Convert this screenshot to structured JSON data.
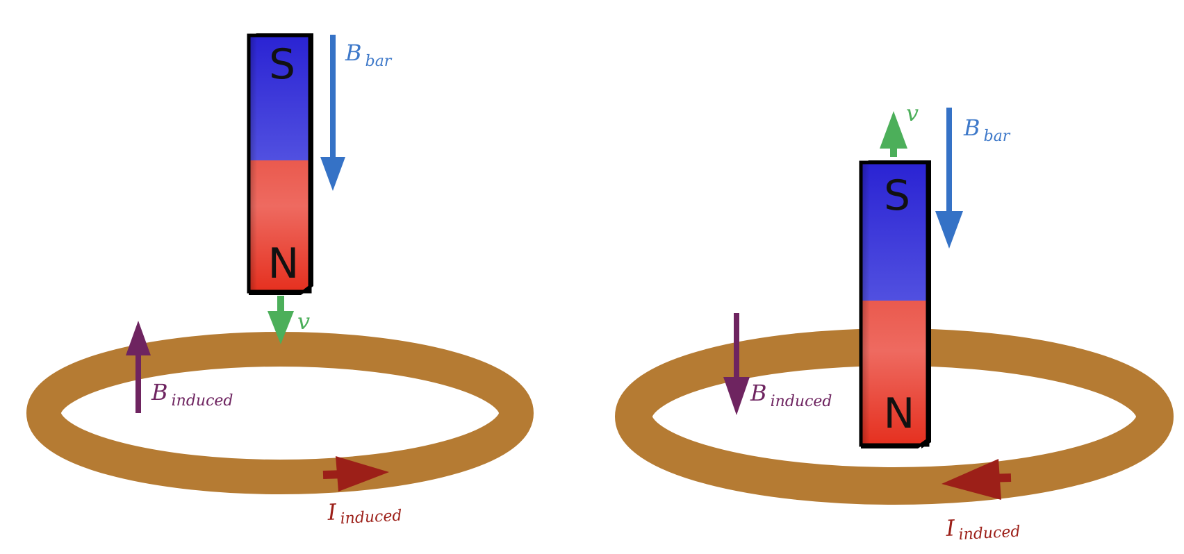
{
  "colors": {
    "ring": "#b57b33",
    "b_bar": "#3572c6",
    "velocity": "#4caf5a",
    "b_induced": "#6e2460",
    "i_induced": "#9c1f18",
    "south_pole": "#2f2bd6",
    "north_pole": "#e8372b"
  },
  "left_panel": {
    "magnet": {
      "top_pole": "S",
      "bottom_pole": "N"
    },
    "labels": {
      "b_bar_main": "B",
      "b_bar_sub": "bar",
      "v": "v",
      "b_induced_main": "B",
      "b_induced_sub": "induced",
      "i_induced_main": "I",
      "i_induced_sub": "induced"
    },
    "icons": {
      "b_bar": "arrow-down-icon",
      "velocity": "arrow-down-icon",
      "b_induced": "arrow-up-icon",
      "current": "arrow-right-icon"
    }
  },
  "right_panel": {
    "magnet": {
      "top_pole": "S",
      "bottom_pole": "N"
    },
    "labels": {
      "b_bar_main": "B",
      "b_bar_sub": "bar",
      "v": "v",
      "b_induced_main": "B",
      "b_induced_sub": "induced",
      "i_induced_main": "I",
      "i_induced_sub": "induced"
    },
    "icons": {
      "b_bar": "arrow-down-icon",
      "velocity": "arrow-up-icon",
      "b_induced": "arrow-down-icon",
      "current": "arrow-left-icon"
    }
  }
}
